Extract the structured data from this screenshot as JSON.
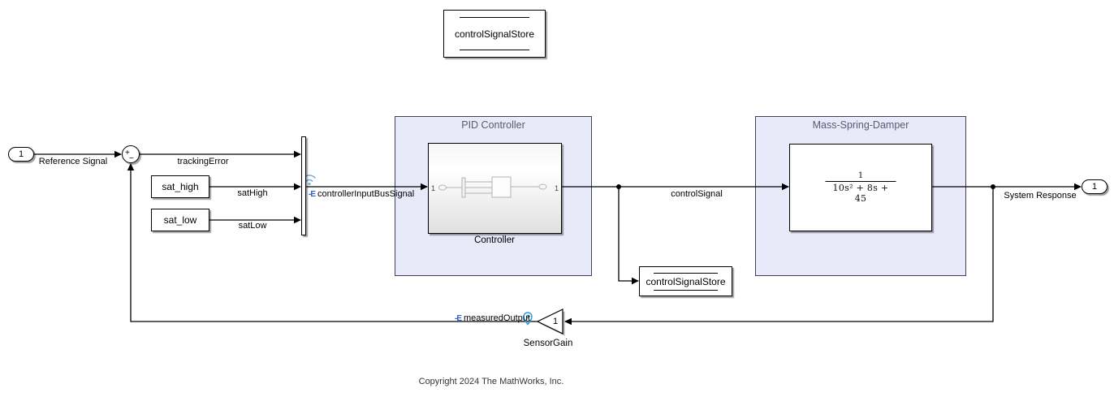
{
  "app": {
    "name": "Simulink model diagram"
  },
  "colors": {
    "area_fill": "#e8e9f9",
    "area_border": "#40405a",
    "area_title": "#5a5a74",
    "bus_element_blue": "#2d5fd3",
    "stream_badge_blue": "#7fb0da",
    "pin_badge_blue": "#2e9bd6",
    "wire": "#000000"
  },
  "icons": {
    "bus_element": "-E"
  },
  "areas": {
    "pid": {
      "title": "PID Controller"
    },
    "msd": {
      "title": "Mass-Spring-Damper"
    }
  },
  "blocks": {
    "inport": {
      "port": "1",
      "label": "Reference Signal"
    },
    "sum": {
      "plus": "+",
      "minus": "−"
    },
    "sat_high": {
      "label": "sat_high"
    },
    "sat_low": {
      "label": "sat_low"
    },
    "controller": {
      "label": "Controller",
      "port_in": "1",
      "port_out": "1"
    },
    "transfer_fcn": {
      "numerator": "1",
      "denominator": "10s² + 8s + 45"
    },
    "data_store_top": {
      "label": "controlSignalStore"
    },
    "data_store_write": {
      "label": "controlSignalStore"
    },
    "sensor_gain": {
      "label": "SensorGain",
      "value": "1"
    },
    "outport": {
      "port": "1",
      "label": "System Response"
    }
  },
  "signals": {
    "tracking_error": "trackingError",
    "sat_high": "satHigh",
    "sat_low": "satLow",
    "controller_input": "controllerInputBusSignal",
    "control_signal": "controlSignal",
    "measured_output": "measuredOutput"
  },
  "footer": {
    "copyright": "Copyright 2024 The MathWorks, Inc."
  }
}
